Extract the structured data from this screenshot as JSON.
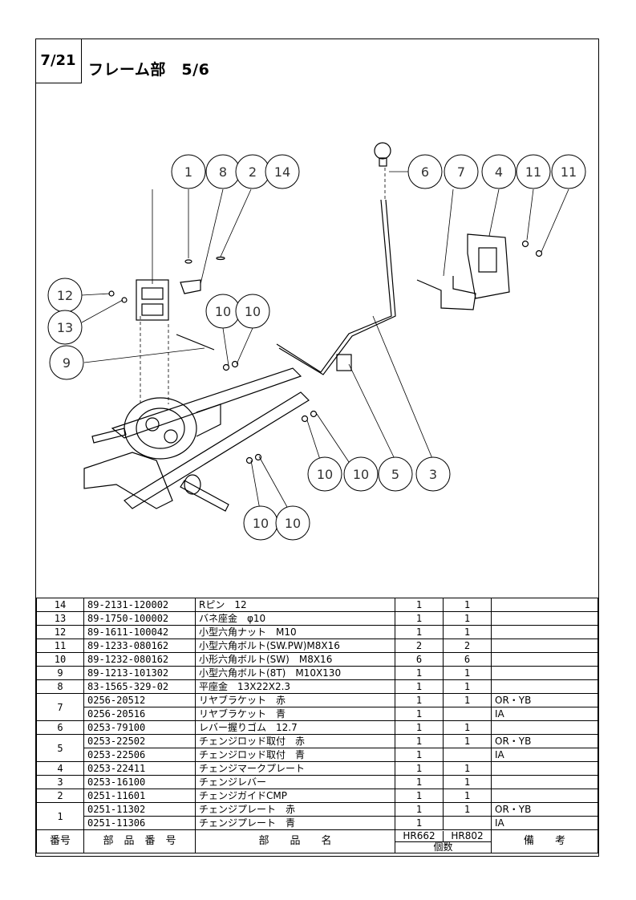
{
  "page": {
    "number": "7/21",
    "title": "フレーム部　5/6"
  },
  "callouts": [
    "1",
    "8",
    "2",
    "14",
    "6",
    "7",
    "4",
    "11",
    "11",
    "12",
    "13",
    "9",
    "10",
    "10",
    "10",
    "10",
    "5",
    "3",
    "10",
    "10"
  ],
  "header": {
    "no": "番号",
    "code": "部　品　番　号",
    "name": "部　　品　　名",
    "model_a": "HR662",
    "model_b": "HR802",
    "qty": "個数",
    "remarks": "備　　考"
  },
  "rows": [
    {
      "no": "14",
      "code": "89-2131-120002",
      "name": "Rピン　12",
      "qa": "1",
      "qb": "1",
      "rem": ""
    },
    {
      "no": "13",
      "code": "89-1750-100002",
      "name": "バネ座金　φ10",
      "qa": "1",
      "qb": "1",
      "rem": ""
    },
    {
      "no": "12",
      "code": "89-1611-100042",
      "name": "小型六角ナット　M10",
      "qa": "1",
      "qb": "1",
      "rem": ""
    },
    {
      "no": "11",
      "code": "89-1233-080162",
      "name": "小型六角ボルト(SW.PW)M8X16",
      "qa": "2",
      "qb": "2",
      "rem": ""
    },
    {
      "no": "10",
      "code": "89-1232-080162",
      "name": "小形六角ボルト(SW)　M8X16",
      "qa": "6",
      "qb": "6",
      "rem": ""
    },
    {
      "no": "9",
      "code": "89-1213-101302",
      "name": "小型六角ボルト(8T)　M10X130",
      "qa": "1",
      "qb": "1",
      "rem": ""
    },
    {
      "no": "8",
      "code": "83-1565-329-02",
      "name": "平座金　13X22X2.3",
      "qa": "1",
      "qb": "1",
      "rem": ""
    },
    {
      "no": "7",
      "code": "0256-20512",
      "name": "リヤブラケット　赤",
      "qa": "1",
      "qb": "1",
      "rem": "OR・YB"
    },
    {
      "no": "",
      "code": "0256-20516",
      "name": "リヤブラケット　青",
      "qa": "1",
      "qb": "",
      "rem": "IA"
    },
    {
      "no": "6",
      "code": "0253-79100",
      "name": "レバー握りゴム　12.7",
      "qa": "1",
      "qb": "1",
      "rem": ""
    },
    {
      "no": "5",
      "code": "0253-22502",
      "name": "チェンジロッド取付　赤",
      "qa": "1",
      "qb": "1",
      "rem": "OR・YB"
    },
    {
      "no": "",
      "code": "0253-22506",
      "name": "チェンジロッド取付　青",
      "qa": "1",
      "qb": "",
      "rem": "IA"
    },
    {
      "no": "4",
      "code": "0253-22411",
      "name": "チェンジマークプレート",
      "qa": "1",
      "qb": "1",
      "rem": ""
    },
    {
      "no": "3",
      "code": "0253-16100",
      "name": "チェンジレバー",
      "qa": "1",
      "qb": "1",
      "rem": ""
    },
    {
      "no": "2",
      "code": "0251-11601",
      "name": "チェンジガイドCMP",
      "qa": "1",
      "qb": "1",
      "rem": ""
    },
    {
      "no": "1",
      "code": "0251-11302",
      "name": "チェンジプレート　赤",
      "qa": "1",
      "qb": "1",
      "rem": "OR・YB"
    },
    {
      "no": "",
      "code": "0251-11306",
      "name": "チェンジプレート　青",
      "qa": "1",
      "qb": "",
      "rem": "IA"
    }
  ]
}
